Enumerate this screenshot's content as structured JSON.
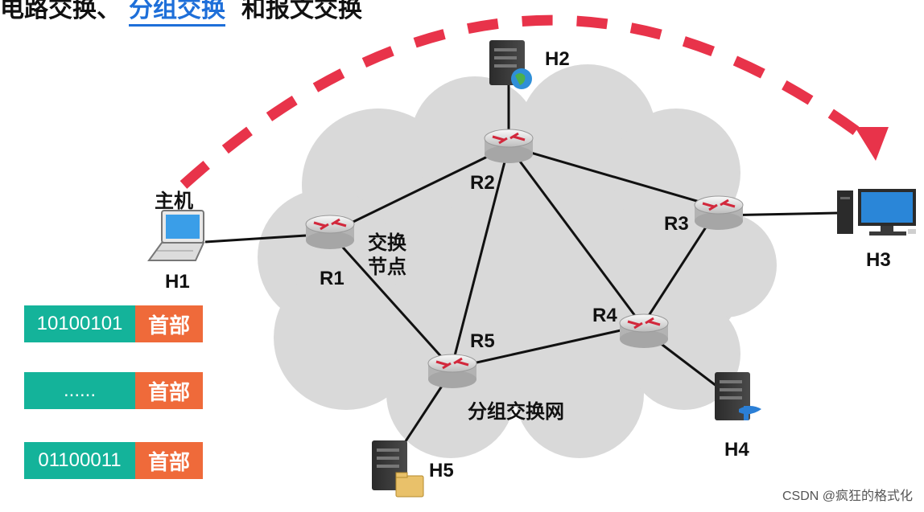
{
  "title": {
    "part1": "电路交换、",
    "part2": "分组交换",
    "part3": "和报文交换"
  },
  "labels": {
    "host_caption": "主机",
    "h1": "H1",
    "h2": "H2",
    "h3": "H3",
    "h4": "H4",
    "h5": "H5",
    "r1": "R1",
    "r2": "R2",
    "r3": "R3",
    "r4": "R4",
    "r5": "R5",
    "switch_node_line1": "交换",
    "switch_node_line2": "节点",
    "network_name": "分组交换网"
  },
  "packets": [
    {
      "payload": "10100101",
      "header": "首部"
    },
    {
      "payload": "......",
      "header": "首部"
    },
    {
      "payload": "01100011",
      "header": "首部"
    }
  ],
  "watermark": "CSDN @疯狂的格式化",
  "colors": {
    "arrow": "#e8334a",
    "cloud": "#d9d9d9",
    "payload": "#14b39a",
    "header": "#ef6a3a"
  }
}
